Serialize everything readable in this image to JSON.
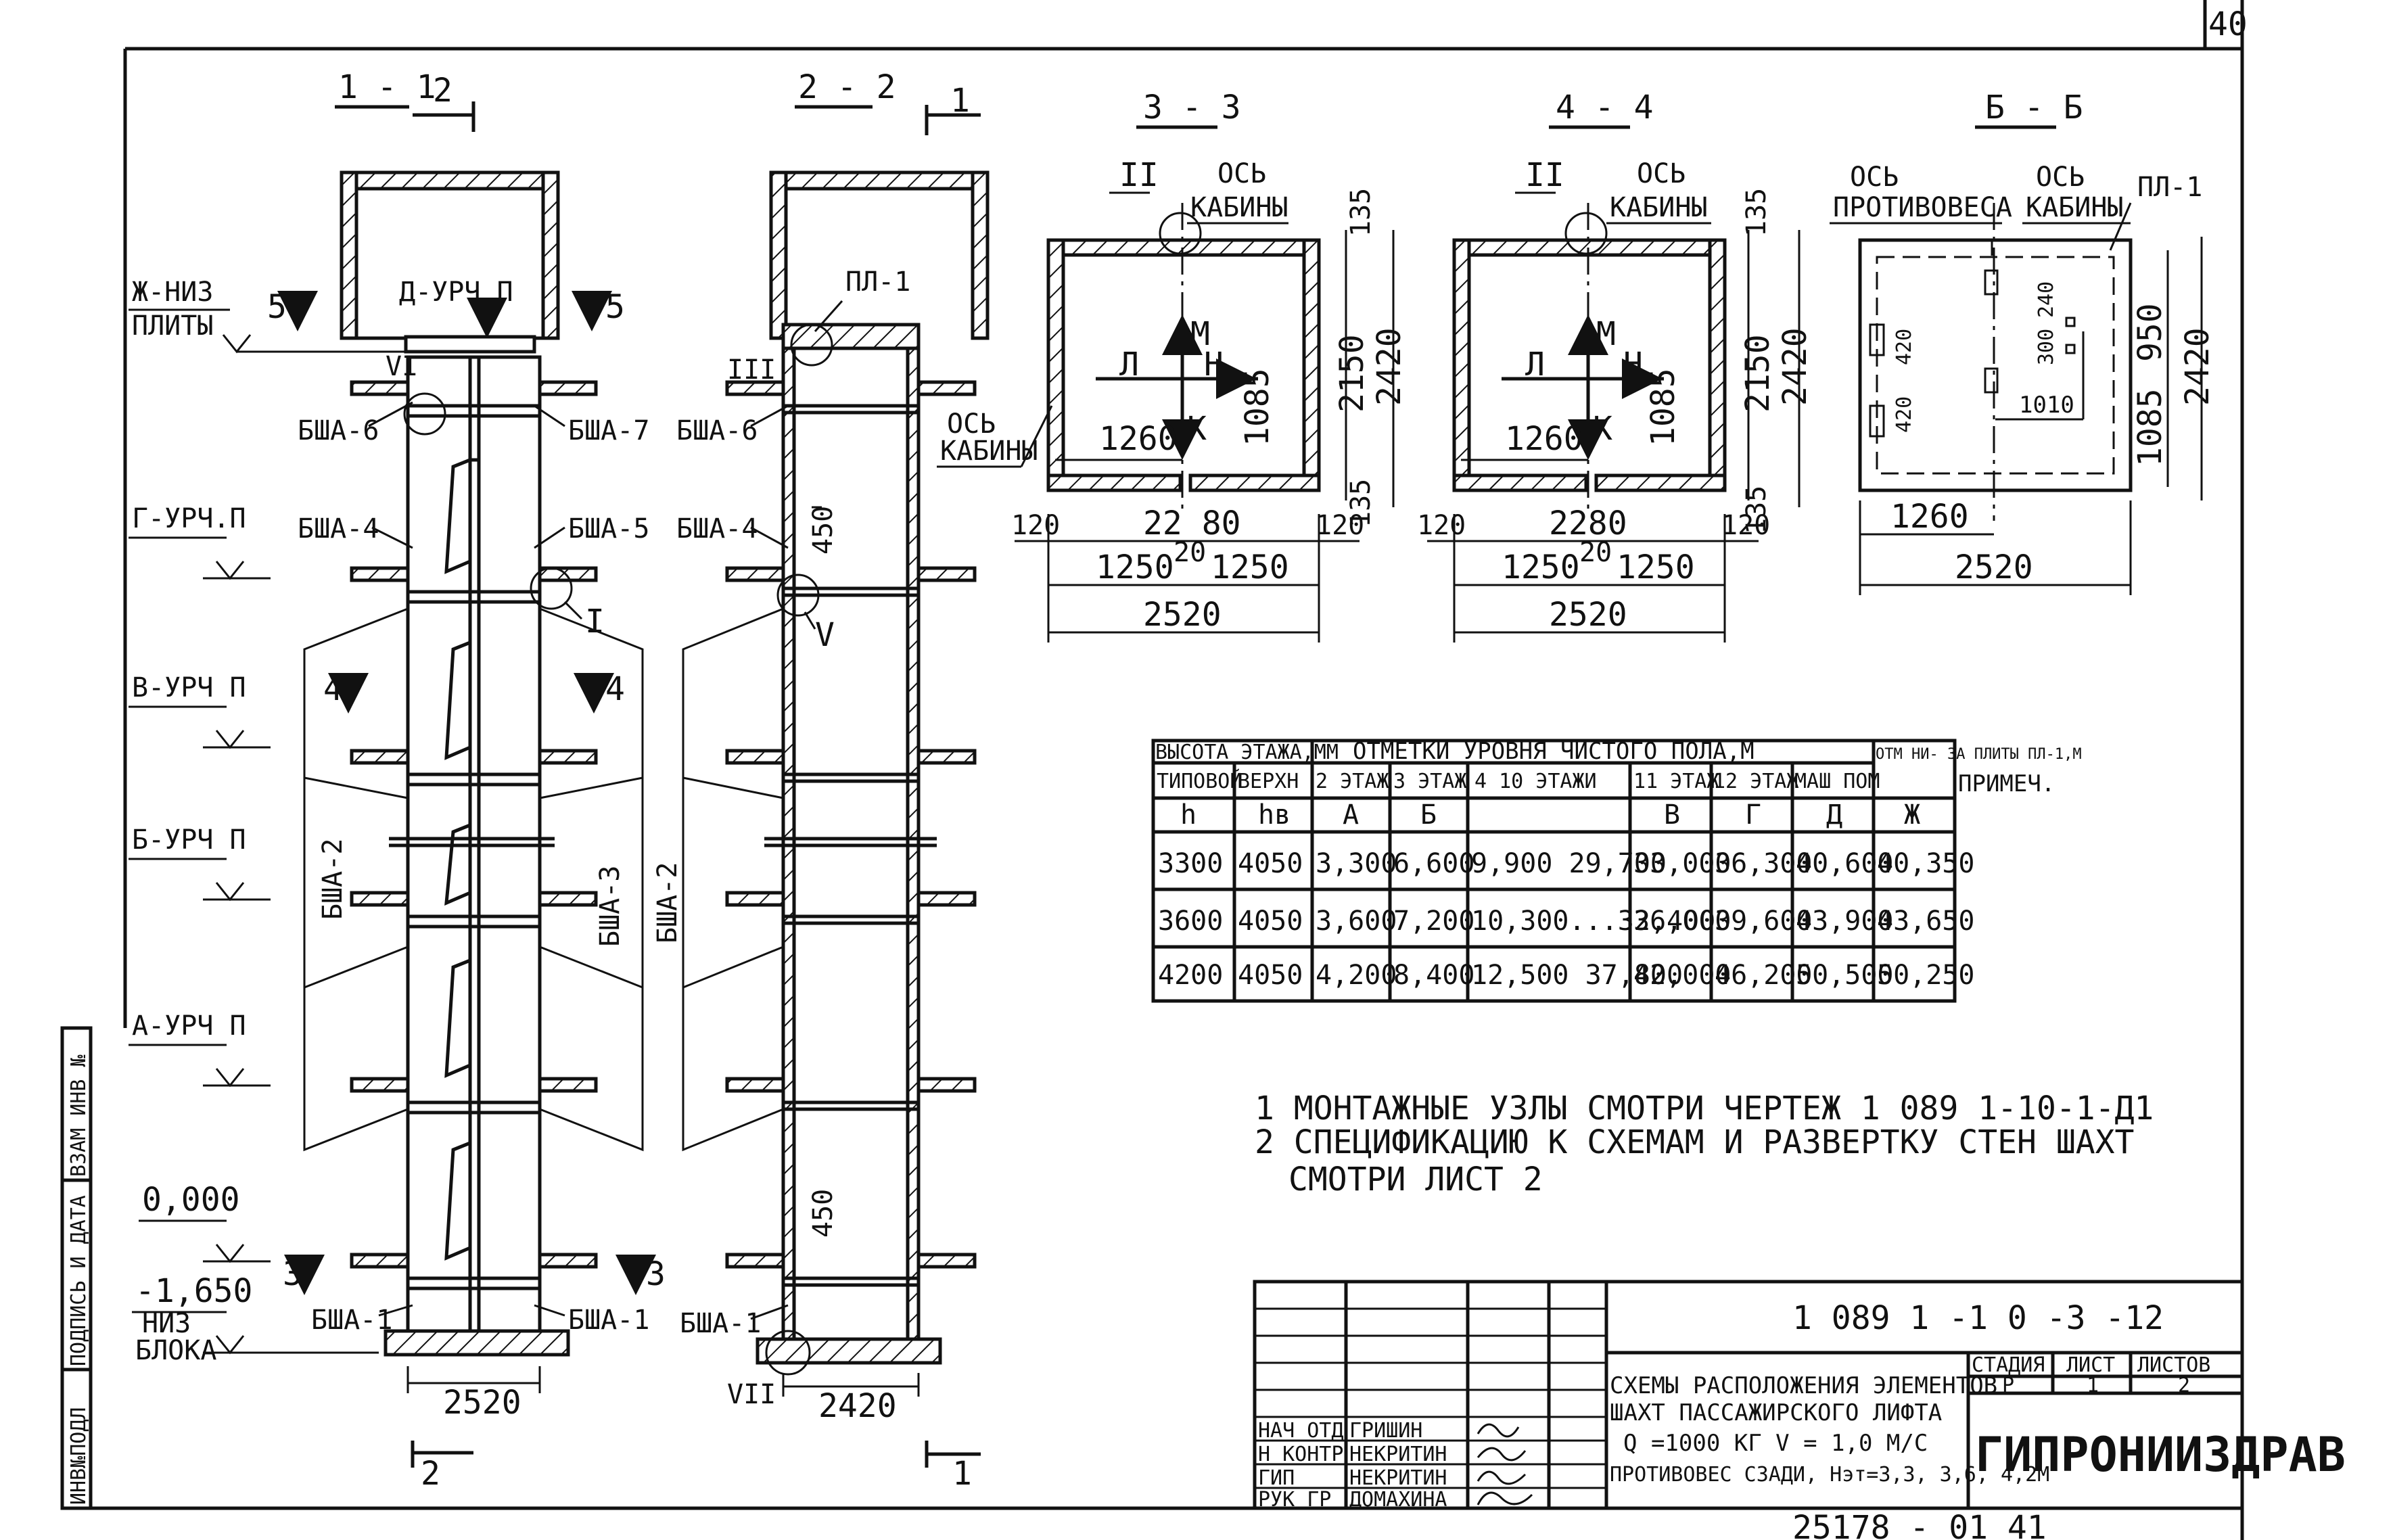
{
  "sheet_number": "40",
  "footer_code": "25178 - 01     41",
  "sections": {
    "s11": {
      "title": "1 - 1",
      "cut_top": "2",
      "cut_bottom": "2",
      "width_dim": "2520",
      "cut_mark_left": "3",
      "cut_mark_right": "3",
      "cut4_left": "4",
      "cut4_right": "4",
      "cut5_left": "5",
      "cut5_right": "5"
    },
    "s22": {
      "title": "2 - 2",
      "cut_top": "1",
      "cut_bottom": "1",
      "width_dim": "2420",
      "dim_450_top": "450",
      "dim_450_bottom": "450"
    },
    "s33": {
      "title": "3 - 3",
      "axis_label_1": "ОСЬ",
      "axis_label_2": "КАБИНЫ",
      "axis_left_1": "ОСЬ",
      "axis_left_2": "КАБИНЫ",
      "node": "II",
      "dims": {
        "d135a": "135",
        "d135b": "135",
        "d2150": "2150",
        "d2420": "2420",
        "d1085": "1085",
        "d1260": "1260",
        "d120a": "120",
        "d120b": "120",
        "d2280": "22 80",
        "d20": "20",
        "d1250a": "1250",
        "d1250b": "1250",
        "d2520": "2520"
      },
      "arrows": {
        "m": "М",
        "l": "Л",
        "n": "Н",
        "k": "К"
      }
    },
    "s44": {
      "title": "4 - 4",
      "axis_label_1": "ОСЬ",
      "axis_label_2": "КАБИНЫ",
      "node": "II",
      "dims": {
        "d135a": "135",
        "d135b": "135",
        "d2150": "2150",
        "d2420": "2420",
        "d1085": "1085",
        "d1260": "1260",
        "d120a": "120",
        "d120b": "120",
        "d2280": "2280",
        "d20": "20",
        "d1250a": "1250",
        "d1250b": "1250",
        "d2520": "2520"
      },
      "arrows": {
        "m": "М",
        "l": "Л",
        "n": "Н",
        "k": "К"
      }
    },
    "s55": {
      "title": "Б - Б",
      "axis_cw_1": "ОСЬ",
      "axis_cw_2": "ПРОТИВОВЕСА",
      "axis_cab_1": "ОСЬ",
      "axis_cab_2": "КАБИНЫ",
      "plate": "ПЛ-1",
      "dims": {
        "d950": "950",
        "d2420": "2420",
        "d1085": "1085",
        "d1260": "1260",
        "d2520": "2520",
        "d1010": "1010",
        "d300": "300",
        "d240": "240",
        "d420a": "420",
        "d420b": "420"
      }
    }
  },
  "levels": [
    {
      "label": "Ж-НИЗ",
      "label2": "ПЛИТЫ"
    },
    {
      "label": "Г-УРЧ.П",
      "label2": ""
    },
    {
      "label": "В-УРЧ П",
      "label2": ""
    },
    {
      "label": "Б-УРЧ П",
      "label2": ""
    },
    {
      "label": "А-УРЧ П",
      "label2": ""
    },
    {
      "label": "0,000",
      "label2": ""
    },
    {
      "label": "-1,650",
      "label2": "НИЗ"
    },
    {
      "label": "",
      "label2": "БЛОКА"
    }
  ],
  "elements": {
    "d_urch": "Д-УРЧ П",
    "bsh6": "БША-6",
    "bsh7": "БША-7",
    "bsh4": "БША-4",
    "bsh5": "БША-5",
    "bsh2": "БША-2",
    "bsh3": "БША-3",
    "bsh1a": "БША-1",
    "bsh1b": "БША-1",
    "node1": "I",
    "node6": "VI",
    "pl1": "ПЛ-1",
    "bsh6b": "БША-6",
    "bsh4b": "БША-4",
    "bsh2b": "БША-2",
    "bsh1c": "БША-1",
    "node3": "III",
    "node5": "V",
    "node7": "VII"
  },
  "floor_table": {
    "group_header": "ОТМЕТКИ УРОВНЯ ЧИСТОГО ПОЛА,М",
    "header_row1": [
      "ВЫСОТА ЭТАЖА,ММ",
      "ОТМ НИ- ЗА ПЛИТЫ ПЛ-1,М",
      "ПРИМЕЧ."
    ],
    "header_row2": [
      "ТИПОВОЙ",
      "ВЕРХН",
      "2 ЭТАЖ",
      "3 ЭТАЖ",
      "4  10 ЭТАЖИ",
      "11 ЭТАЖ",
      "12 ЭТАЖ",
      "МАШ ПОМ"
    ],
    "header_row3": [
      "h",
      "hв",
      "А",
      "Б",
      "",
      "В",
      "Г",
      "Д",
      "Ж"
    ],
    "rows": [
      [
        "3300",
        "4050",
        "3,300",
        "6,600",
        "9,900    29,700",
        "33,000",
        "36,300",
        "40,600",
        "40,350",
        ""
      ],
      [
        "3600",
        "4050",
        "3,600",
        "7,200",
        "10,300...32,400",
        "36,000",
        "39,600",
        "43,900",
        "43,650",
        ""
      ],
      [
        "4200",
        "4050",
        "4,200",
        "8,400",
        "12,500   37,800",
        "42,000",
        "46,200",
        "50,500",
        "50,250",
        ""
      ]
    ]
  },
  "notes": [
    "1  МОНТАЖНЫЕ УЗЛЫ СМОТРИ ЧЕРТЕЖ 1 089 1-10-1-Д1",
    "2  СПЕЦИФИКАЦИЮ К СХЕМАМ И РАЗВЕРТКУ СТЕН ШАХТ",
    "СМОТРИ ЛИСТ 2"
  ],
  "stamp": {
    "code": "1 089 1 -1 0 -3 -12",
    "title_lines": [
      "СХЕМЫ РАСПОЛОЖЕНИЯ ЭЛЕМЕНТОВ",
      "ШАХТ ПАССАЖИРСКОГО ЛИФТА",
      "Q =1000 КГ   V = 1,0 М/С",
      "ПРОТИВОВЕС СЗАДИ, Нэт=3,3, 3,6, 4,2М"
    ],
    "stage_hdr": "СТАДИЯ",
    "sheet_hdr": "ЛИСТ",
    "sheets_hdr": "ЛИСТОВ",
    "stage_val": "Р",
    "sheet_val": "1",
    "sheets_val": "2",
    "org": "ГИПРОНИИЗДРАВ",
    "roles": [
      {
        "role": "НАЧ ОТД",
        "name": "ГРИШИН"
      },
      {
        "role": "Н КОНТР",
        "name": "НЕКРИТИН"
      },
      {
        "role": "ГИП",
        "name": "НЕКРИТИН"
      },
      {
        "role": "РУК ГР",
        "name": "ДОМАХИНА"
      }
    ]
  },
  "side_stamp": [
    "ИНВ№ПОДЛ",
    "ПОДПИСЬ И ДАТА",
    "ВЗАМ ИНВ №"
  ]
}
